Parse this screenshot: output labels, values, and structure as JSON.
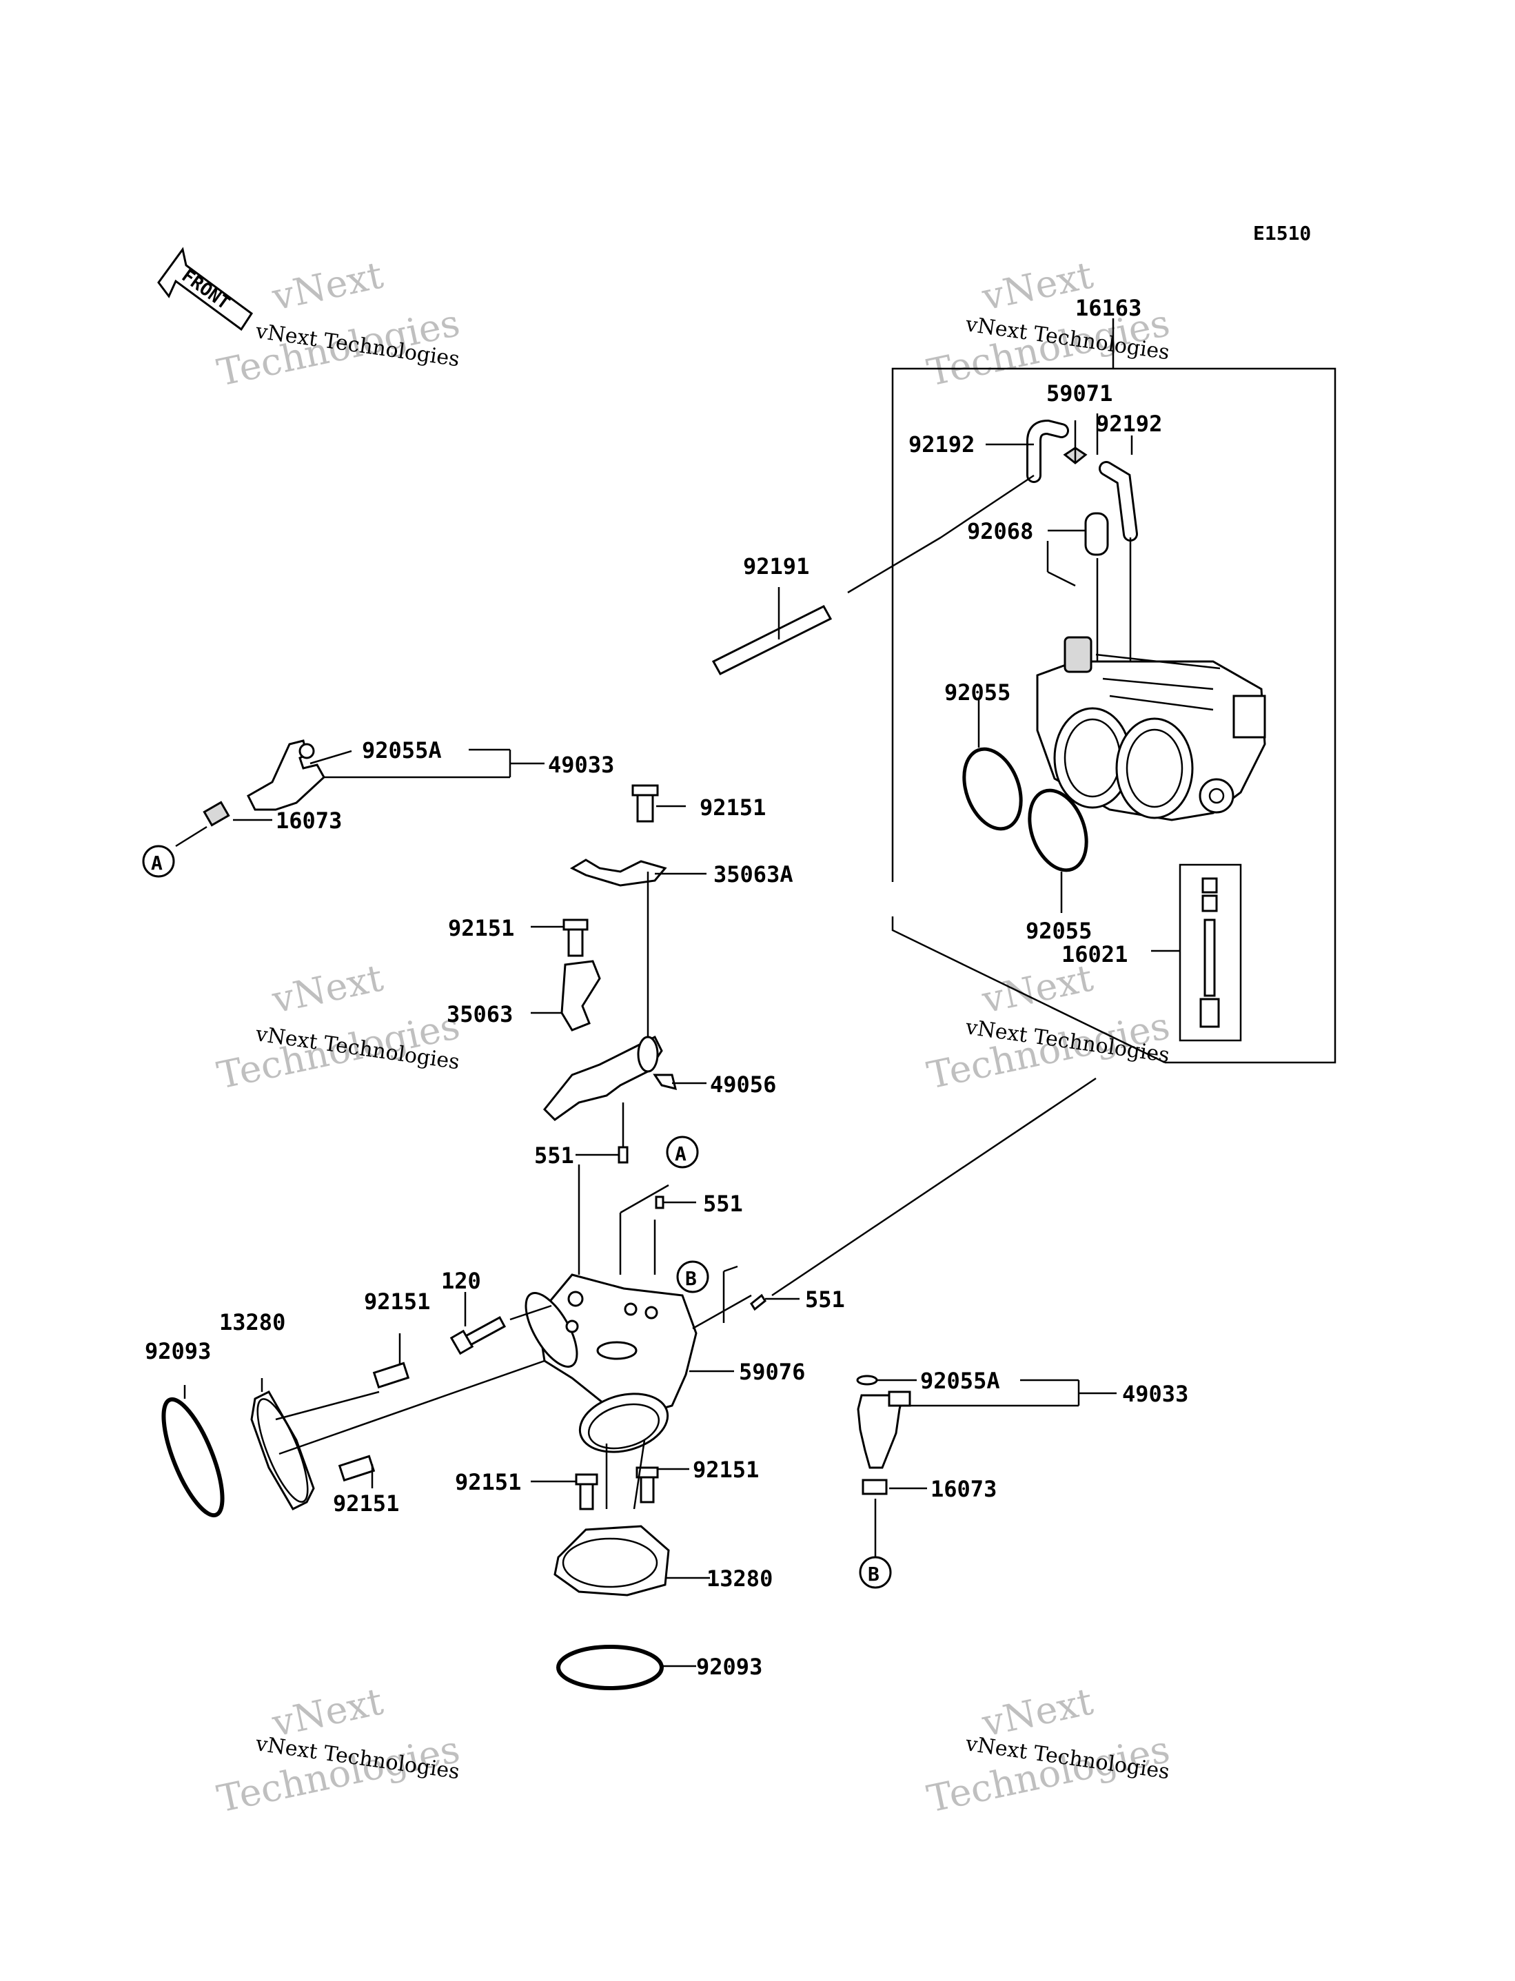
{
  "diagram_code": "E1510",
  "front_label": "FRONT",
  "watermark": {
    "line1": "vNext",
    "line2": "Technologies",
    "caption": "vNext Technologies"
  },
  "parts": {
    "p16163": "16163",
    "p59071": "59071",
    "p92192_left": "92192",
    "p92192_right": "92192",
    "p92068": "92068",
    "p92191": "92191",
    "p92055_upper": "92055",
    "p92055_lower": "92055",
    "p16021": "16021",
    "p92055A_upper": "92055A",
    "p49033_upper": "49033",
    "p16073_upper": "16073",
    "p92151_a": "92151",
    "p35063A": "35063A",
    "p92151_b": "92151",
    "p35063": "35063",
    "p49056": "49056",
    "p551_a": "551",
    "p551_b": "551",
    "p551_c": "551",
    "p120": "120",
    "p92151_c": "92151",
    "p13280_left": "13280",
    "p92093_left": "92093",
    "p92151_d": "92151",
    "p59076": "59076",
    "p92055A_lower": "92055A",
    "p49033_lower": "49033",
    "p92151_e": "92151",
    "p92151_f": "92151",
    "p16073_lower": "16073",
    "p13280_bottom": "13280",
    "p92093_bottom": "92093"
  },
  "callouts": {
    "a_upper": "A",
    "a_lower": "A",
    "b_mid": "B",
    "b_lower": "B"
  }
}
